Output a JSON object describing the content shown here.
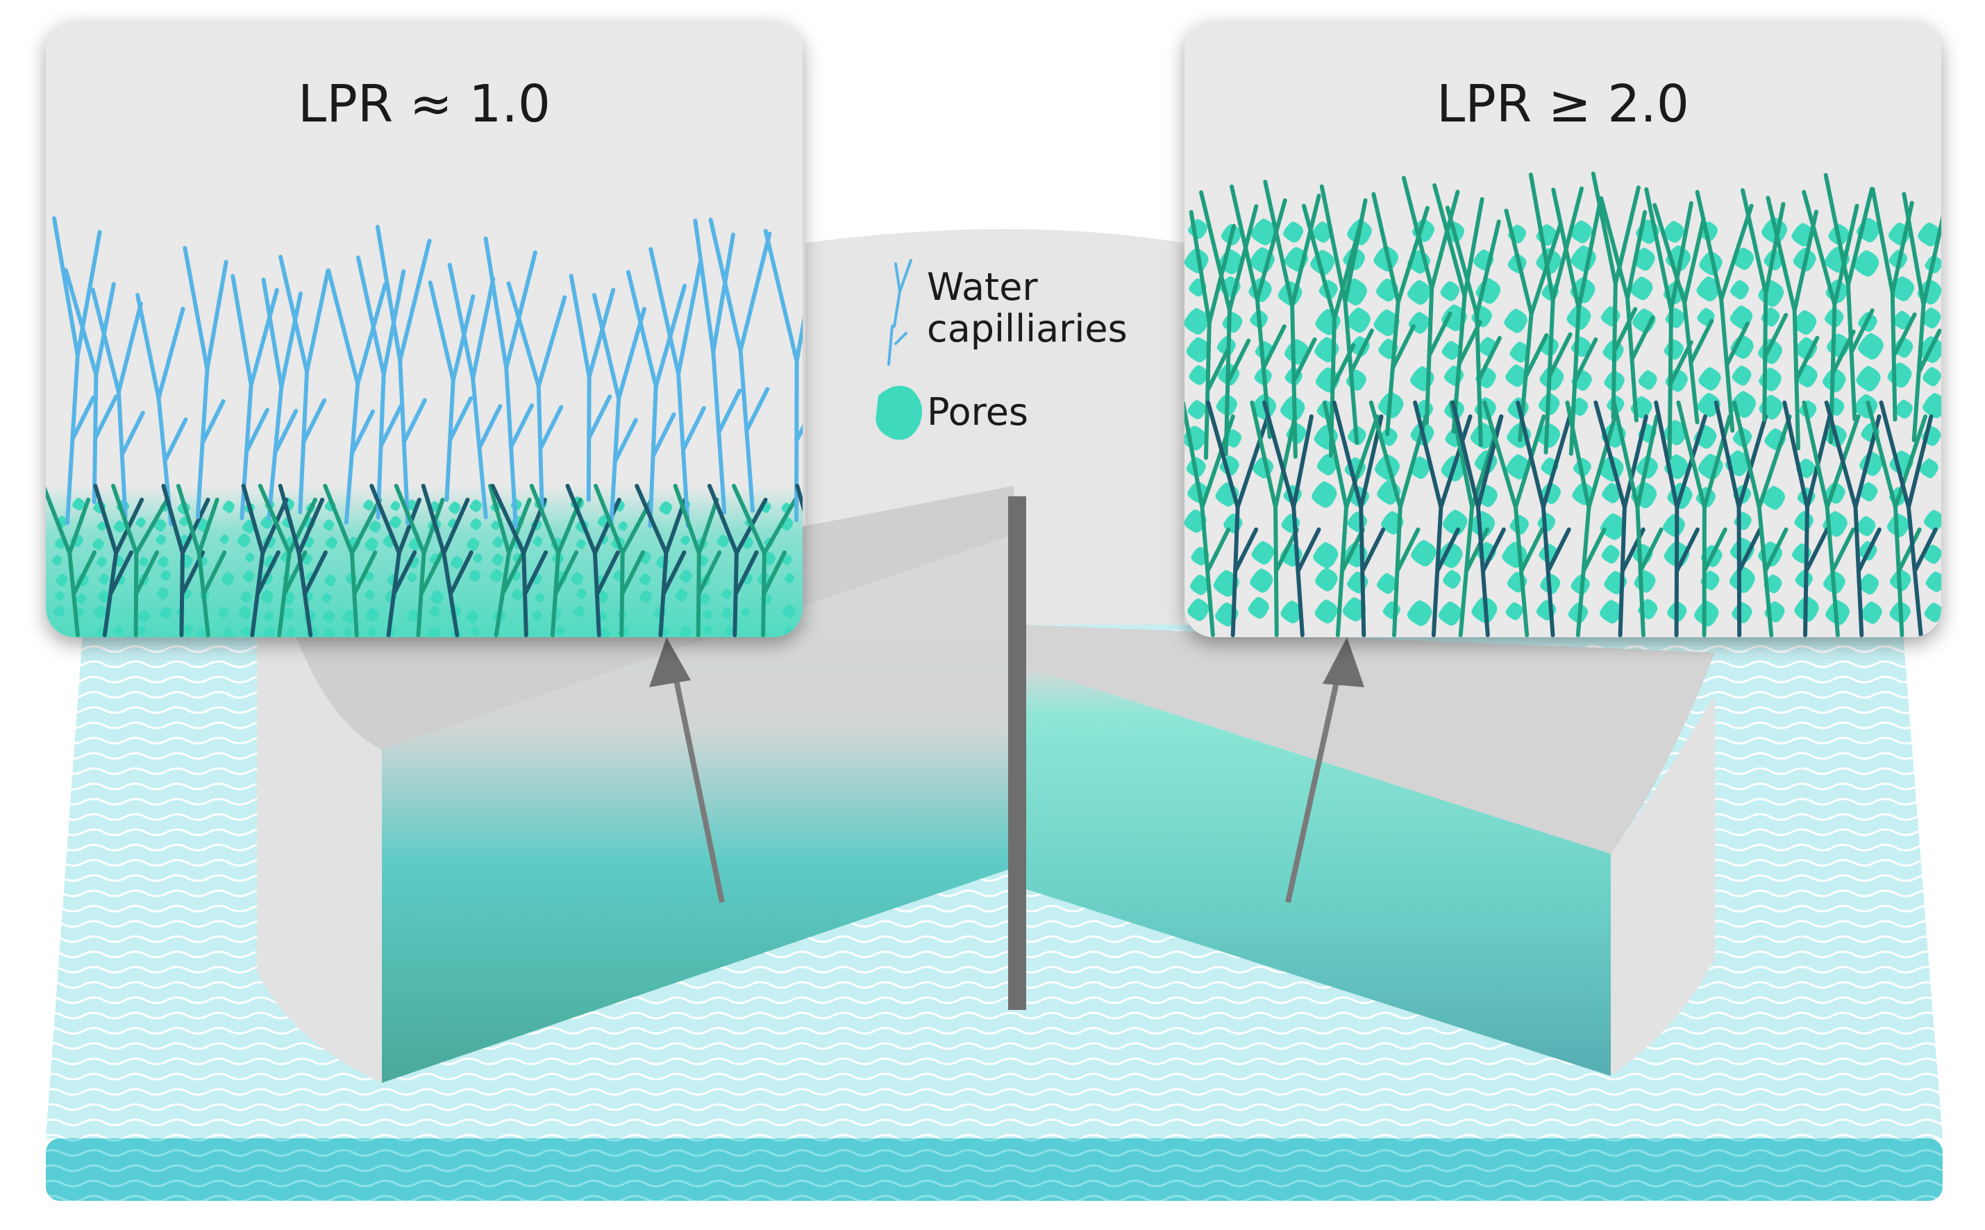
{
  "panels": {
    "left": {
      "title": "LPR ≈ 1.0"
    },
    "right": {
      "title": "LPR ≥ 2.0"
    }
  },
  "legend": {
    "capillaries_line1": "Water",
    "capillaries_line2": "capilliaries",
    "pores": "Pores"
  },
  "colors": {
    "panel_bg": "#e9e9e9",
    "capillary_blue": "#56b4e6",
    "capillary_green": "#1f9e7e",
    "capillary_dark": "#1e5a6e",
    "pore_teal": "#3fd9bd",
    "water_light": "#bfeef0",
    "water_dark": "#5fcfd6",
    "slab_gray": "#d9d9d9",
    "arrow_gray": "#7a7a7a",
    "divider": "#6e6e6e"
  }
}
